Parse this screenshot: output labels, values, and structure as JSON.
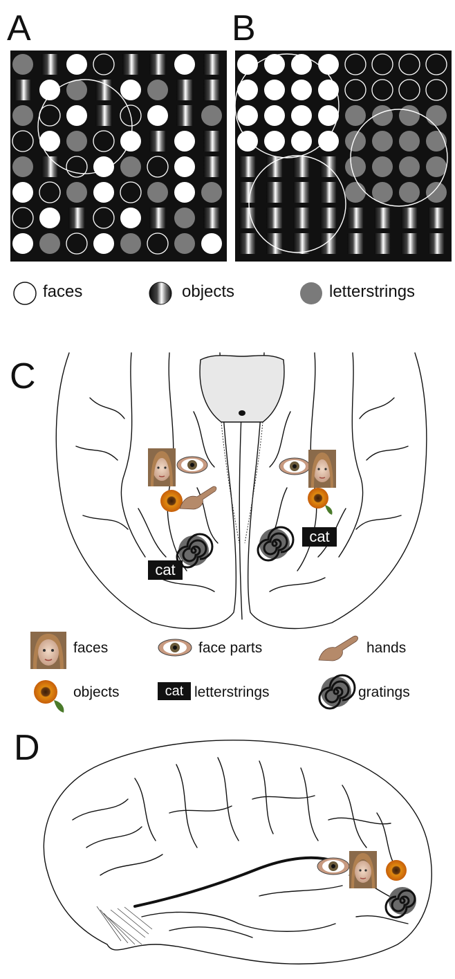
{
  "panels": {
    "A": "A",
    "B": "B",
    "C": "C",
    "D": "D"
  },
  "legend_ab": {
    "faces": "faces",
    "objects": "objects",
    "letterstrings": "letterstrings"
  },
  "legend_c": {
    "faces": "faces",
    "face_parts": "face parts",
    "hands": "hands",
    "objects": "objects",
    "letterstrings": "letterstrings",
    "gratings": "gratings",
    "cat_badge": "cat"
  },
  "brain_c_labels": {
    "cat_left": "cat",
    "cat_right": "cat"
  },
  "colors": {
    "panel_bg": "#111111",
    "face_fill": "#ffffff",
    "letterstring_fill": "#7a7a7a",
    "outline": "#ffffff"
  }
}
